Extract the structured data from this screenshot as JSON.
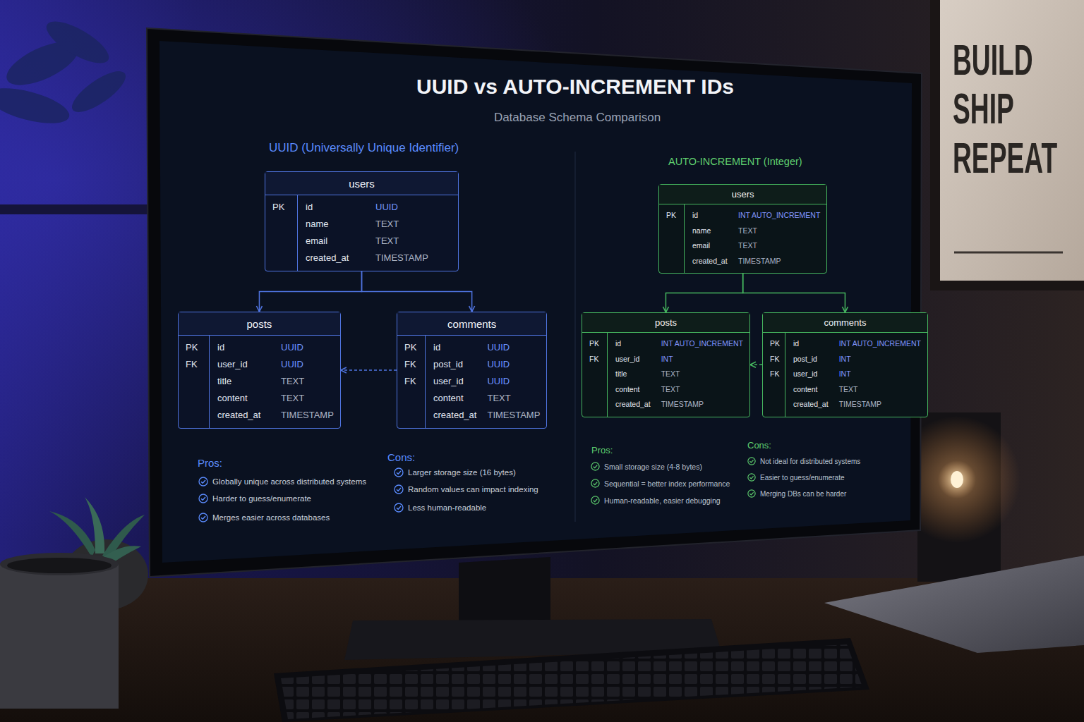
{
  "diagram": {
    "title": "UUID vs AUTO-INCREMENT IDs",
    "nodes": [
      {
        "text": [
          "users",
          "PK",
          "id",
          "UUID",
          "name",
          "TEXT",
          "email",
          "TEXT",
          "created_at",
          "TIMESTAMP"
        ]
      },
      {
        "text": [
          "posts",
          "PK",
          "id",
          "UUID",
          "FK",
          "user_id",
          "UUID",
          "title",
          "TEXT",
          "content",
          "TEXT",
          "created_at",
          "TIMESTAMP"
        ]
      },
      {
        "text": [
          "comments",
          "PK",
          "id",
          "UUID",
          "FK",
          "post_id",
          "UUID",
          "FK",
          "user_id",
          "UUID",
          "content",
          "TEXT",
          "created_at",
          "TIMESTAMP"
        ]
      },
      {
        "text": [
          "users",
          "PK",
          "id",
          "INT AUTO_INCREMENT",
          "name",
          "TEXT",
          "email",
          "TEXT",
          "created_at",
          "TIMESTAMP"
        ]
      },
      {
        "text": [
          "posts",
          "PK",
          "id",
          "INT AUTO_INCREMENT",
          "FK",
          "user_id",
          "INT",
          "title",
          "TEXT",
          "content",
          "TEXT",
          "created_at",
          "TIMESTAMP"
        ]
      },
      {
        "text": [
          "comments",
          "PK",
          "id",
          "INT AUTO_INCREMENT",
          "FK",
          "post_id",
          "INT",
          "FK",
          "user_id",
          "INT",
          "content",
          "TEXT",
          "created_at",
          "TIMESTAMP"
        ]
      }
    ],
    "edges": [
      {
        "from": 0,
        "to": 1,
        "arrow": "to"
      },
      {
        "from": 0,
        "to": 2,
        "arrow": "to"
      },
      {
        "from": 2,
        "to": 1,
        "arrow": "to"
      },
      {
        "from": 3,
        "to": 4,
        "arrow": "to"
      },
      {
        "from": 3,
        "to": 5,
        "arrow": "to"
      },
      {
        "from": 5,
        "to": 4,
        "arrow": "to"
      }
    ],
    "labels": [
      "Database Schema Comparison",
      "UUID (Universally Unique Identifier)",
      "AUTO-INCREMENT (Integer)",
      "Pros:",
      "Globally unique across distributed systems",
      "Harder to guess/enumerate",
      "Merges easier across databases",
      "Cons:",
      "Larger storage size (16 bytes)",
      "Random values can impact indexing",
      "Less human-readable",
      "Pros:",
      "Small storage size (4-8 bytes)",
      "Sequential = better index performance",
      "Human-readable, easier debugging",
      "Cons:",
      "Not ideal for distributed systems",
      "Easier to guess/enumerate",
      "Merging DBs can be harder",
      "BUILD SHIP REPEAT"
    ]
  }
}
